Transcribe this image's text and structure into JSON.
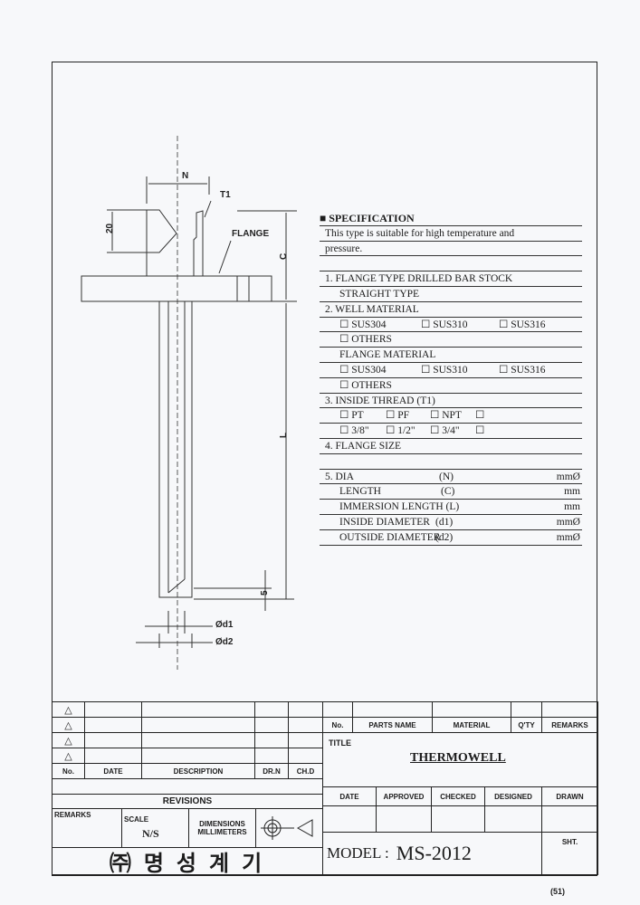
{
  "drawing": {
    "labels": {
      "n": "N",
      "t1": "T1",
      "dim20": "20",
      "flange": "FLANGE",
      "c": "C",
      "l": "L",
      "dim5": "5",
      "d1": "Ød1",
      "d2": "Ød2"
    }
  },
  "spec": {
    "heading": "SPECIFICATION",
    "desc1": "This type  is suitable for high temperature and",
    "desc2": "pressure.",
    "item1": "1. FLANGE TYPE DRILLED BAR STOCK",
    "item1b": "STRAIGHT TYPE",
    "item2": "2. WELL MATERIAL",
    "well": [
      "SUS304",
      "SUS310",
      "SUS316"
    ],
    "others": "OTHERS",
    "flange_material": "FLANGE MATERIAL",
    "flange": [
      "SUS304",
      "SUS310",
      "SUS316"
    ],
    "item3": "3. INSIDE THREAD (T1)",
    "thread": [
      "PT",
      "PF",
      "NPT",
      ""
    ],
    "sizes": [
      "3/8\"",
      "1/2\"",
      "3/4\"",
      ""
    ],
    "item4": "4. FLANGE SIZE",
    "dims": [
      {
        "label": "5. DIA",
        "sym": "(N)",
        "unit": "mmØ"
      },
      {
        "label": "LENGTH",
        "sym": "(C)",
        "unit": "mm"
      },
      {
        "label": "IMMERSION LENGTH (L)",
        "sym": "",
        "unit": "mm"
      },
      {
        "label": "INSIDE DIAMETER",
        "sym": "(d1)",
        "unit": "mmØ"
      },
      {
        "label": "OUTSIDE DIAMETER",
        "sym": "(d2)",
        "unit": "mmØ"
      }
    ]
  },
  "revisions": {
    "marks": [
      "△",
      "△",
      "△",
      "△"
    ],
    "headers": [
      "No.",
      "DATE",
      "DESCRIPTION",
      "DR.N",
      "CH.D"
    ],
    "title": "REVISIONS"
  },
  "info": {
    "remarks": "REMARKS",
    "scale": "SCALE",
    "scale_value": "N/S",
    "dimensions": "DIMENSIONS",
    "millimeters": "MILLIMETERS"
  },
  "company": "㈜ 명 성 계 기",
  "parts": {
    "headers": [
      "No.",
      "PARTS NAME",
      "MATERIAL",
      "Q'TY",
      "REMARKS"
    ]
  },
  "title_label": "TITLE",
  "title": "THERMOWELL",
  "signoff": [
    "DATE",
    "APPROVED",
    "CHECKED",
    "DESIGNED",
    "DRAWN"
  ],
  "model_label": "MODEL :",
  "model": "MS-2012",
  "sht": "SHT.",
  "page_number": "(51)"
}
